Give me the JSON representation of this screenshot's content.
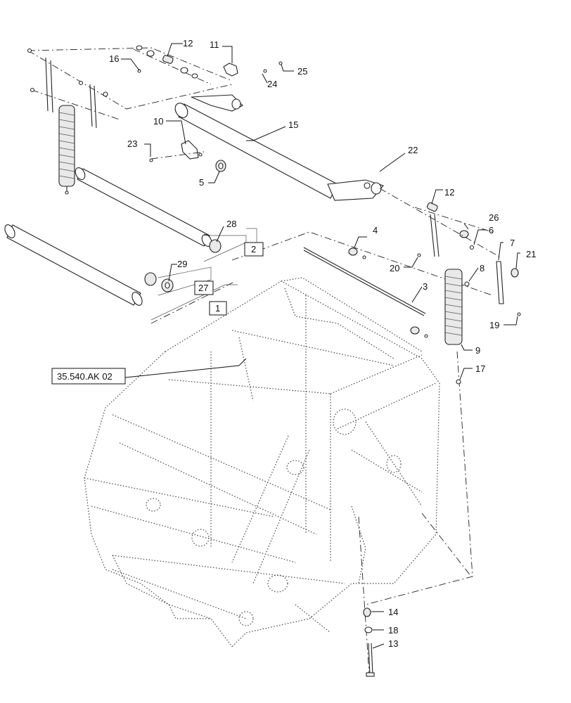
{
  "callouts": {
    "c1": "1",
    "c2": "2",
    "c3": "3",
    "c4": "4",
    "c5": "5",
    "c6": "6",
    "c7": "7",
    "c8": "8",
    "c9": "9",
    "c10": "10",
    "c11": "11",
    "c12a": "12",
    "c12b": "12",
    "c13": "13",
    "c14": "14",
    "c15": "15",
    "c16": "16",
    "c17": "17",
    "c18": "18",
    "c19": "19",
    "c20": "20",
    "c21": "21",
    "c22": "22",
    "c23": "23",
    "c24": "24",
    "c25": "25",
    "c26": "26",
    "c27": "27",
    "c28": "28",
    "c29": "29"
  },
  "reference": {
    "label": "35.540.AK 02"
  }
}
